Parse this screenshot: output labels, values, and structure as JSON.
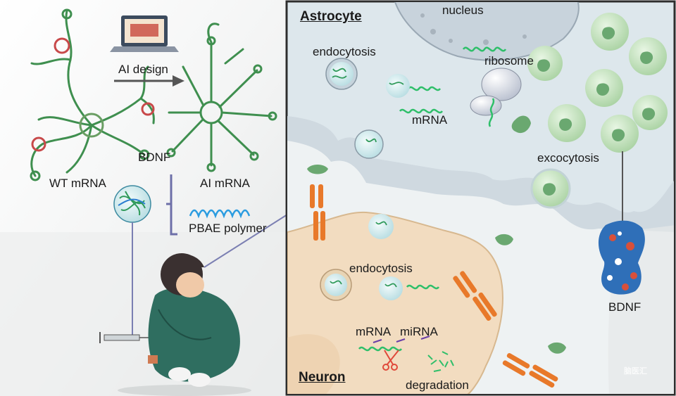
{
  "left_panel": {
    "ai_design_label": "AI design",
    "bdnf_label": "BDNF",
    "wt_mrna_label": "WT mRNA",
    "ai_mrna_label": "AI mRNA",
    "pbae_label": "PBAE polymer"
  },
  "right_panel": {
    "astrocyte_label": "Astrocyte",
    "nucleus_label": "nucleus",
    "endocytosis_top_label": "endocytosis",
    "ribosome_label": "ribosome",
    "mrna_top_label": "mRNA",
    "excocytosis_label": "excocytosis",
    "endocytosis_bottom_label": "endocytosis",
    "mrna_bottom_label": "mRNA",
    "mirna_label": "miRNA",
    "neuron_label": "Neuron",
    "degradation_label": "degradation",
    "bdnf_protein_label": "BDNF"
  },
  "watermark": "脑医汇",
  "colors": {
    "astrocyte_bg": "#dbe6ec",
    "neuron_body": "#f2dcc0",
    "mrna_green": "#2fbf6a",
    "receptor_orange": "#e8792a",
    "bdnf_green": "#6aa870",
    "vesicle_green": "#c9e5c4",
    "polymer_blue": "#2b9ce0",
    "protein_blue": "#2f6fb8",
    "protein_red": "#d8503a"
  }
}
